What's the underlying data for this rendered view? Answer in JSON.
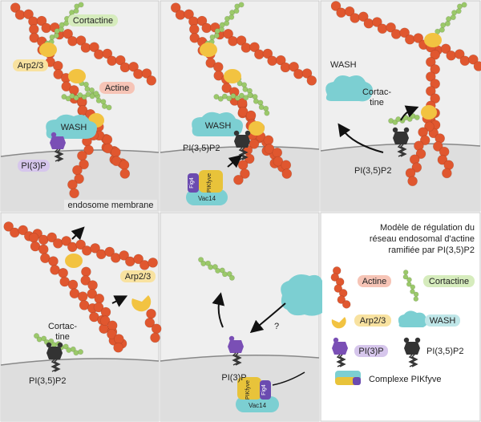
{
  "colors": {
    "actin": "#e0572f",
    "actin_label_bg": "#f6c4b6",
    "cortactin": "#9bc96a",
    "cortactin_label_bg": "#d6ecbd",
    "arp23": "#f2c341",
    "arp23_label_bg": "#f8e2a0",
    "wash": "#7ccfd2",
    "wash_label_bg": "#bfe6e8",
    "pi3p": "#7a4fb5",
    "pi3p_label_bg": "#d6c6ec",
    "pi35p2": "#333333",
    "fig4": "#6b4bb0",
    "pikfyve": "#e8c33a",
    "vac14": "#7ccfd2",
    "panel_bg": "#efefef"
  },
  "panel1": {
    "cortactine": "Cortactine",
    "arp23": "Arp2/3",
    "actine": "Actine",
    "wash": "WASH",
    "pi3p": "PI(3)P",
    "membrane": "endosome membrane"
  },
  "panel2": {
    "wash": "WASH",
    "pi35p2": "PI(3,5)P2",
    "fig4": "Fig4",
    "pikfyve": "PIKfyve",
    "vac14": "Vac14"
  },
  "panel3": {
    "wash": "WASH",
    "cortac_line1": "Cortac-",
    "cortac_line2": "tine",
    "pi35p2": "PI(3,5)P2"
  },
  "panel4": {
    "arp23": "Arp2/3",
    "cortac_line1": "Cortac-",
    "cortac_line2": "tine",
    "pi35p2": "PI(3,5)P2"
  },
  "panel5": {
    "question": "?",
    "pi3p": "PI(3)P",
    "pikfyve": "PIKfyve",
    "fig4": "Fig4",
    "vac14": "Vac14"
  },
  "legend": {
    "title_line1": "Modèle de régulation du",
    "title_line2": "réseau endosomal d'actine",
    "title_line3": "ramifiée par PI(3,5)P2",
    "actine": "Actine",
    "cortactine": "Cortactine",
    "arp23": "Arp2/3",
    "wash": "WASH",
    "pi3p": "PI(3)P",
    "pi35p2": "PI(3,5)P2",
    "complexe": "Complexe PIKfyve"
  }
}
